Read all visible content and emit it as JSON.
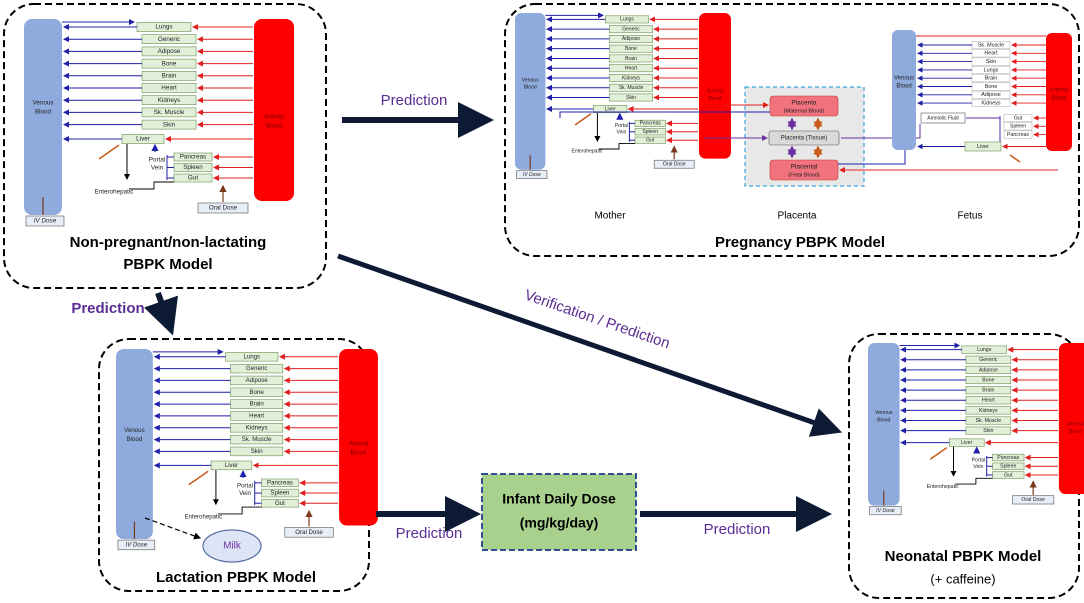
{
  "colors": {
    "venous": "#8faadc",
    "arterial": "#ff0000",
    "organ_fill": "#e2f0d9",
    "arrow_blue": "#1f1fa8",
    "arrow_red": "#e02020",
    "frame": "#000000",
    "prediction_text": "#5b2c91",
    "infant_box": "#a9d18e",
    "infant_border": "#2f4f8f",
    "placenta_box": "#f2737d",
    "placenta_bg": "#e8e8e8",
    "placenta_border": "#33a6d9",
    "milk": "#dde4f5"
  },
  "common": {
    "venous": "Venous Blood",
    "arterial": "Arterial Blood",
    "liver": "Liver",
    "portal_vein": "Portal Vein",
    "enterohepatic": "Enterohepatic",
    "iv_dose": "IV Dose",
    "oral_dose": "Oral Dose",
    "organs": [
      "Lungs",
      "Generic",
      "Adipose",
      "Bone",
      "Brain",
      "Heart",
      "Kidneys",
      "Sk. Muscle",
      "Skin"
    ],
    "gi": [
      "Pancreas",
      "Spleen",
      "Gut"
    ]
  },
  "labels": {
    "nonpregnant": "Non-pregnant/non-lactating PBPK Model",
    "pregnancy": "Pregnancy PBPK Model",
    "lactation": "Lactation PBPK Model",
    "neonatal": "Neonatal PBPK Model",
    "neonatal_sub": "(+ caffeine)",
    "mother": "Mother",
    "placenta": "Placenta",
    "fetus": "Fetus",
    "milk": "Milk",
    "infant_dose": "Infant Daily Dose (mg/kg/day)"
  },
  "placenta": {
    "maternal": "Placenta (Maternal Blood)",
    "tissue": "Placenta (Tissue)",
    "fetal": "Placental (Fetal Blood)"
  },
  "fetus": {
    "organs": [
      "Sk. Muscle",
      "Heart",
      "Skin",
      "Lungs",
      "Brain",
      "Bone",
      "Adipose",
      "Kidneys"
    ],
    "amniotic": "Amniotic Fluid",
    "gi": [
      "Gut",
      "Spleen",
      "Pancreas"
    ]
  },
  "arrows": {
    "prediction": "Prediction",
    "verification": "Verification / Prediction"
  }
}
